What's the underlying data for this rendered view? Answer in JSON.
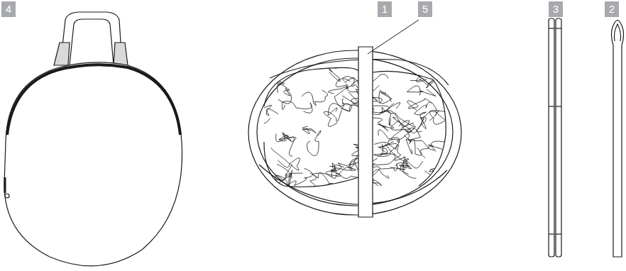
{
  "diagram": {
    "labels": [
      "4",
      "1",
      "5",
      "3",
      "2"
    ]
  }
}
